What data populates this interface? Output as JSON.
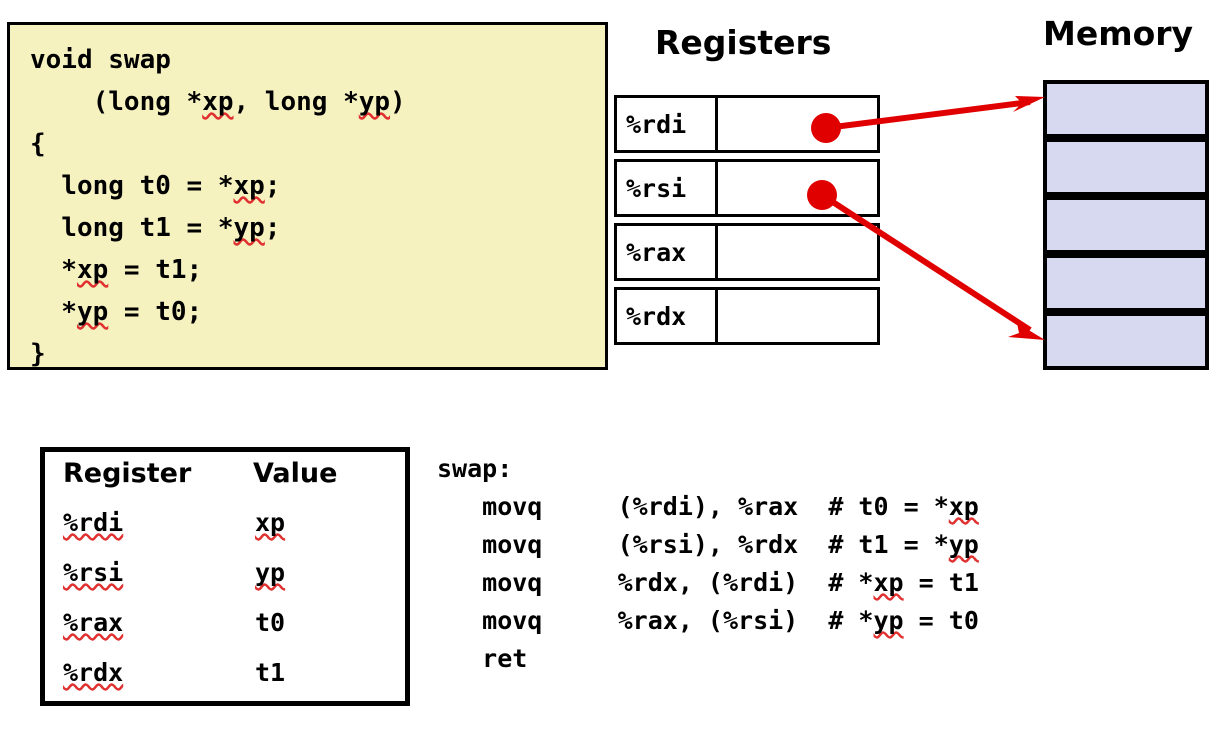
{
  "slide": {
    "title_registers": "Registers",
    "title_memory": "Memory"
  },
  "c_code": {
    "language": "C",
    "lines": [
      "void swap",
      "    (long *xp, long *yp)",
      "{",
      "  long t0 = *xp;",
      "  long t1 = *yp;",
      "  *xp = t1;",
      "  *yp = t0;",
      "}"
    ]
  },
  "registers": {
    "rows": [
      {
        "name": "%rdi",
        "value": "",
        "has_pointer_dot": true
      },
      {
        "name": "%rsi",
        "value": "",
        "has_pointer_dot": true
      },
      {
        "name": "%rax",
        "value": "",
        "has_pointer_dot": false
      },
      {
        "name": "%rdx",
        "value": "",
        "has_pointer_dot": false
      }
    ]
  },
  "memory": {
    "cells": [
      "",
      "",
      "",
      "",
      ""
    ],
    "cell_fill": "#d6d9f0"
  },
  "pointers": [
    {
      "from_register": "%rdi",
      "to_memory_cell": 0
    },
    {
      "from_register": "%rsi",
      "to_memory_cell": 4
    }
  ],
  "register_value_table": {
    "columns": [
      "Register",
      "Value"
    ],
    "rows": [
      {
        "register": "%rdi",
        "value": "xp"
      },
      {
        "register": "%rsi",
        "value": "yp"
      },
      {
        "register": "%rax",
        "value": "t0"
      },
      {
        "register": "%rdx",
        "value": "t1"
      }
    ]
  },
  "assembly": {
    "label": "swap:",
    "lines": [
      {
        "mnemonic": "movq",
        "operands": "(%rdi), %rax",
        "comment": "# t0 = *xp"
      },
      {
        "mnemonic": "movq",
        "operands": "(%rsi), %rdx",
        "comment": "# t1 = *yp"
      },
      {
        "mnemonic": "movq",
        "operands": "%rdx, (%rdi)",
        "comment": "# *xp = t1"
      },
      {
        "mnemonic": "movq",
        "operands": "%rax, (%rsi)",
        "comment": "# *yp = t0"
      },
      {
        "mnemonic": "ret",
        "operands": "",
        "comment": ""
      }
    ],
    "text": "swap:\n   movq     (%rdi), %rax  # t0 = *xp\n   movq     (%rsi), %rdx  # t1 = *yp\n   movq     %rdx, (%rdi)  # *xp = t1\n   movq     %rax, (%rsi)  # *yp = t0\n   ret"
  },
  "colors": {
    "code_background": "#f5f2c0",
    "memory_cell": "#d6d9f0",
    "pointer_arrow": "#e00000",
    "border": "#000000",
    "spellcheck_underline": "#e03030"
  }
}
